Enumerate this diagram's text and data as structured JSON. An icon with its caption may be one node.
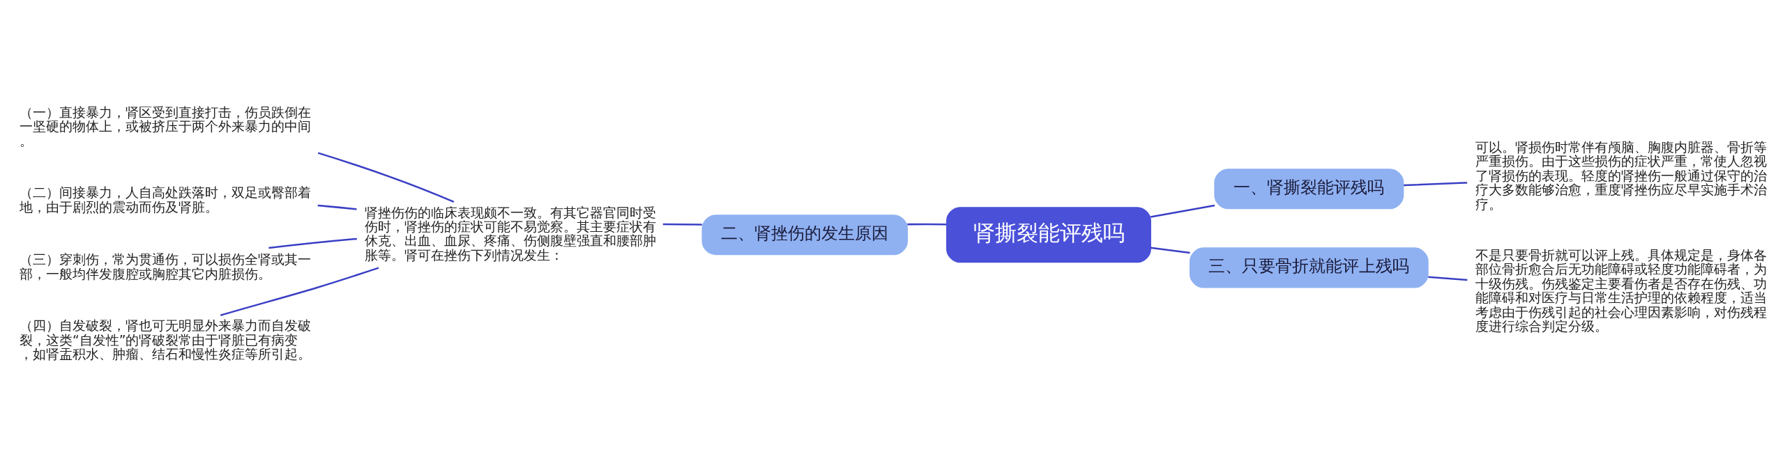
{
  "diagram": {
    "nodes": [
      {
        "text": [
          "肾撕裂能评残吗"
        ]
      },
      {
        "text": [
          "一、肾撕裂能评残吗"
        ]
      },
      {
        "text": [
          "可以。肾损伤时常伴有颅脑、胸腹内脏器、骨折等严重损伤。由于这些损伤的症状严重，常使人忽视了肾损伤的表现。轻度的肾挫伤一般通过保守的治疗大多数能够治愈，重度肾挫伤应尽早实施手术治疗。"
        ]
      },
      {
        "text": [
          "三、只要骨折就能评上残吗"
        ]
      },
      {
        "text": [
          "不是只要骨折就可以评上残。具体规定是，身体各部位骨折愈合后无功能障碍或轻度功能障碍者，为十级伤残。伤残鉴定主要看伤者是否存在伤残、功能障碍和对医疗与日常生活护理的依赖程度，适当考虑由于伤残引起的社会心理因素影响，对伤残程度进行综合判定分级。"
        ]
      },
      {
        "text": [
          "二、肾挫伤的发生原因"
        ]
      },
      {
        "text": [
          "肾挫伤伤的临床表现颇不一致。有其它器官同时受伤时，肾挫伤的症状可能不易觉察。其主要症状有休克、出血、血尿、疼痛、伤侧腹壁强直和腰部肿胀等。肾可在挫伤下列情况发生："
        ]
      },
      {
        "text": [
          "（一）直接暴力，肾区受到直接打击，伤员跌倒在一坚硬的物体上，或被挤压于两个外来暴力的中间。"
        ]
      },
      {
        "text": [
          "（二）间接暴力，人自高处跌落时，双足或臀部着地，由于剧烈的震动而伤及肾脏。"
        ]
      },
      {
        "text": [
          "（三）穿刺伤，常为贯通伤，可以损伤全肾或其一部，一般均伴发腹腔或胸腔其它内脏损伤。"
        ]
      },
      {
        "text": [
          "（四）自发破裂，肾也可无明显外来暴力而自发破裂，这类“自发性”的肾破裂常由于肾脏已有病变，如肾盂积水、肿瘤、结石和慢性炎症等所引起。"
        ]
      }
    ],
    "edges": [
      {
        "from": 0,
        "to": 1,
        "arrow": "none"
      },
      {
        "from": 1,
        "to": 2,
        "arrow": "none"
      },
      {
        "from": 0,
        "to": 3,
        "arrow": "none"
      },
      {
        "from": 3,
        "to": 4,
        "arrow": "none"
      },
      {
        "from": 0,
        "to": 5,
        "arrow": "none"
      },
      {
        "from": 5,
        "to": 6,
        "arrow": "none"
      },
      {
        "from": 6,
        "to": 7,
        "arrow": "none"
      },
      {
        "from": 6,
        "to": 8,
        "arrow": "none"
      },
      {
        "from": 6,
        "to": 9,
        "arrow": "none"
      },
      {
        "from": 6,
        "to": 10,
        "arrow": "none"
      }
    ]
  }
}
